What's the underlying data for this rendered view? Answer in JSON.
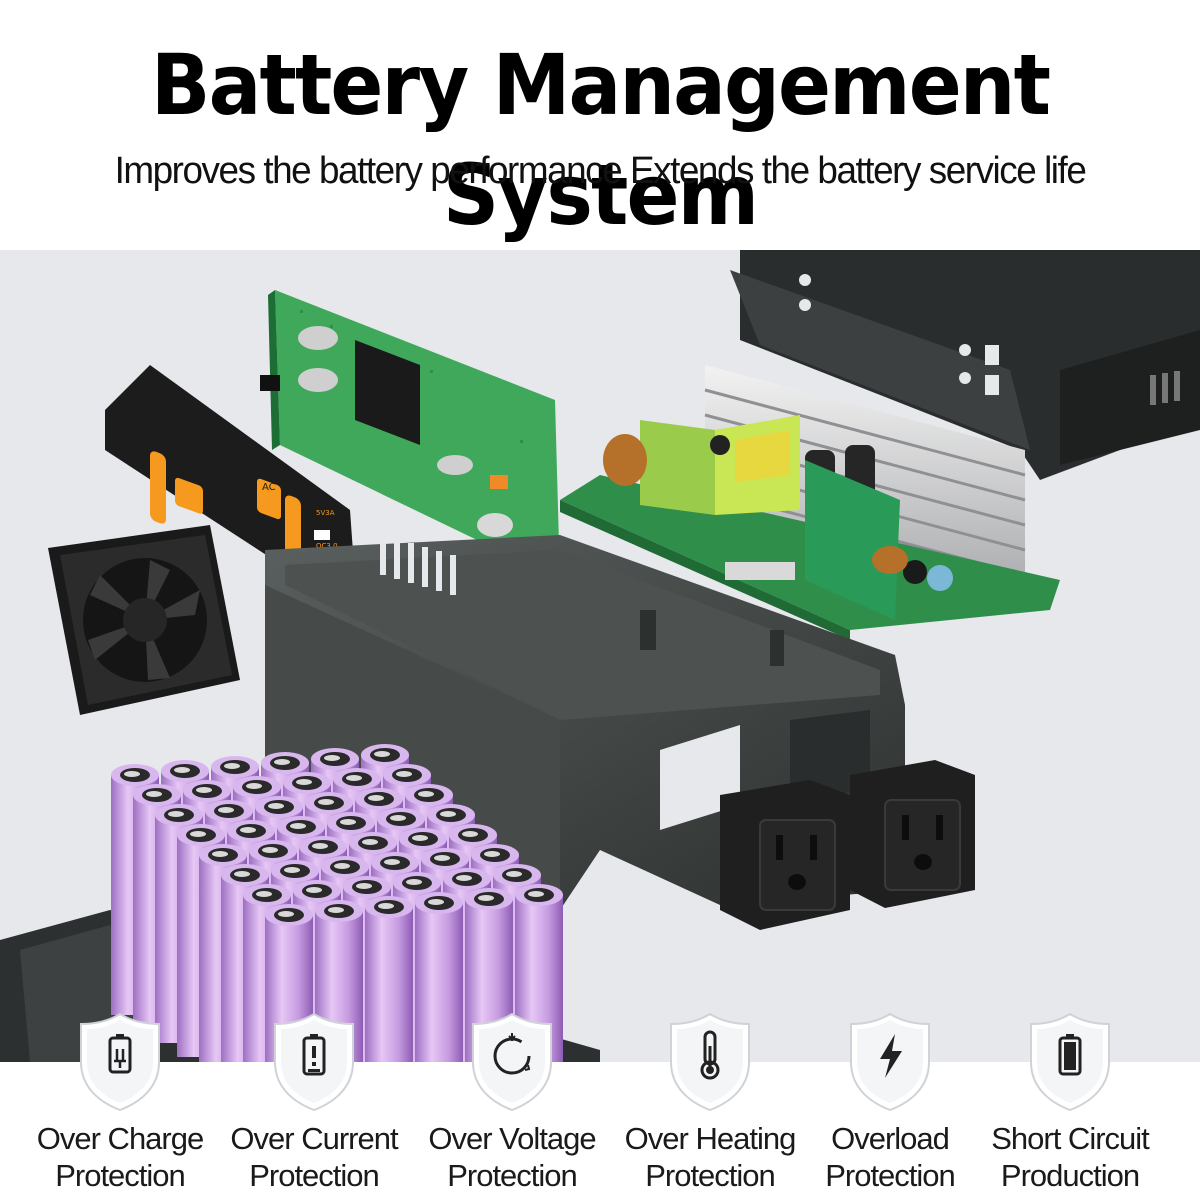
{
  "header": {
    "title": "Battery Management System",
    "subtitle": "Improves the battery performance Extends the battery service life"
  },
  "hero": {
    "fan_icon": "cooling-fan",
    "pcb_icon": "circuit-board",
    "battery_icon": "battery-cells",
    "outlet_icon": "ac-outlet",
    "panel_labels": {
      "ac": "AC",
      "usb": "5V3A",
      "qc": "QC3.0"
    }
  },
  "features": [
    {
      "icon": "battery-charge-icon",
      "line1": "Over Charge",
      "line2": "Protection"
    },
    {
      "icon": "battery-alert-icon",
      "line1": "Over Current",
      "line2": "Protection"
    },
    {
      "icon": "voltage-cycle-icon",
      "line1": "Over Voltage",
      "line2": "Protection"
    },
    {
      "icon": "thermometer-icon",
      "line1": "Over Heating",
      "line2": "Protection"
    },
    {
      "icon": "lightning-icon",
      "line1": "Overload",
      "line2": "Protection"
    },
    {
      "icon": "battery-full-icon",
      "line1": "Short Circuit",
      "line2": "Production"
    }
  ],
  "colors": {
    "background": "#e6e8ec",
    "cell": "#c79be0",
    "pcb": "#2f9a52",
    "housing": "#3b403f",
    "accent": "#f59a1e"
  }
}
